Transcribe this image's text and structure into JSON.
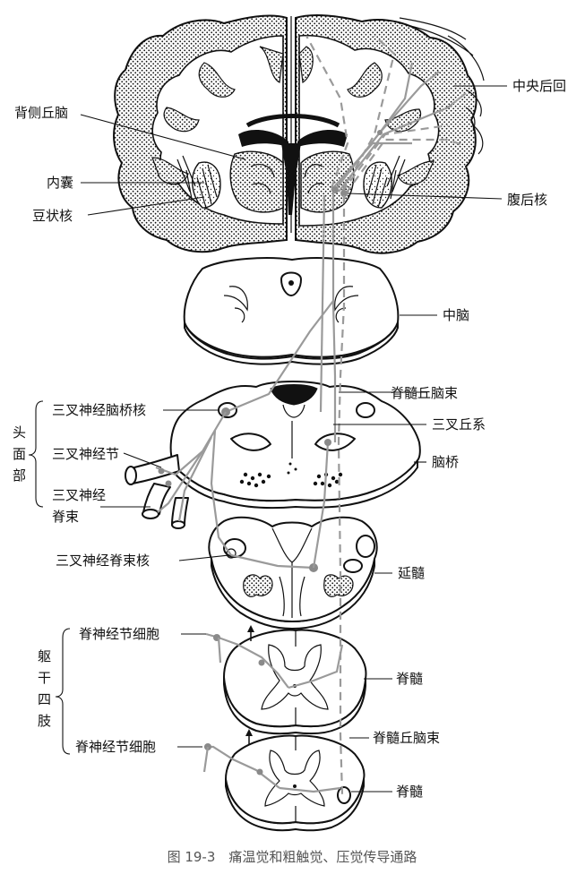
{
  "labels": {
    "postcentral_gyrus": "中央后回",
    "dorsal_thalamus": "背侧丘脑",
    "internal_capsule": "内囊",
    "lentiform_nucleus": "豆状核",
    "ventral_posterior_nucleus": "腹后核",
    "midbrain": "中脑",
    "spinothalamic_tract_1": "脊髓丘脑束",
    "trigeminal_pontine_nucleus": "三叉神经脑桥核",
    "trigeminal_lemniscus": "三叉丘系",
    "trigeminal_ganglion": "三叉神经节",
    "pons": "脑桥",
    "spinal_trigeminal_tract_line1": "三叉神经",
    "spinal_trigeminal_tract_line2": "脊束",
    "spinal_trigeminal_nucleus": "三叉神经脊束核",
    "medulla": "延髓",
    "spinal_ganglion_cell_1": "脊神经节细胞",
    "spinal_cord_1": "脊髓",
    "spinothalamic_tract_2": "脊髓丘脑束",
    "spinal_ganglion_cell_2": "脊神经节细胞",
    "spinal_cord_2": "脊髓"
  },
  "groups": {
    "head_face": [
      "头",
      "面",
      "部"
    ],
    "trunk_limbs": [
      "躯",
      "干",
      "四",
      "肢"
    ]
  },
  "caption": "图 19-3　痛温觉和粗触觉、压觉传导通路",
  "colors": {
    "ink": "#111111",
    "pathway": "#9a9a9a",
    "caption": "#555555"
  }
}
